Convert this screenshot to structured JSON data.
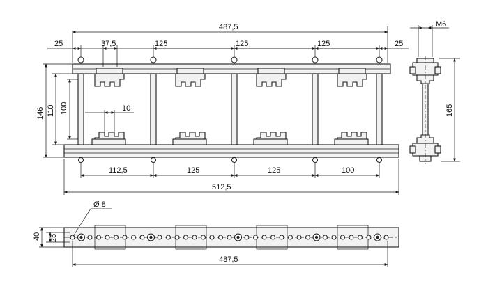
{
  "dimensions": {
    "front_top": {
      "overall": "487,5",
      "left_end": "25",
      "first": "37,5",
      "span1": "125",
      "span2": "125",
      "span3": "125",
      "right_end": "25"
    },
    "front_left": {
      "outer": "146",
      "mid": "110",
      "inner": "100"
    },
    "slot": "10",
    "front_bottom": {
      "span1": "112,5",
      "span2": "125",
      "span3": "125",
      "span4": "100",
      "overall": "512,5"
    },
    "side": {
      "thread": "M6",
      "height": "165"
    },
    "bottom_view": {
      "diameter": "Ø 8",
      "left_outer": "40",
      "left_inner": "25",
      "overall": "487,5"
    }
  }
}
